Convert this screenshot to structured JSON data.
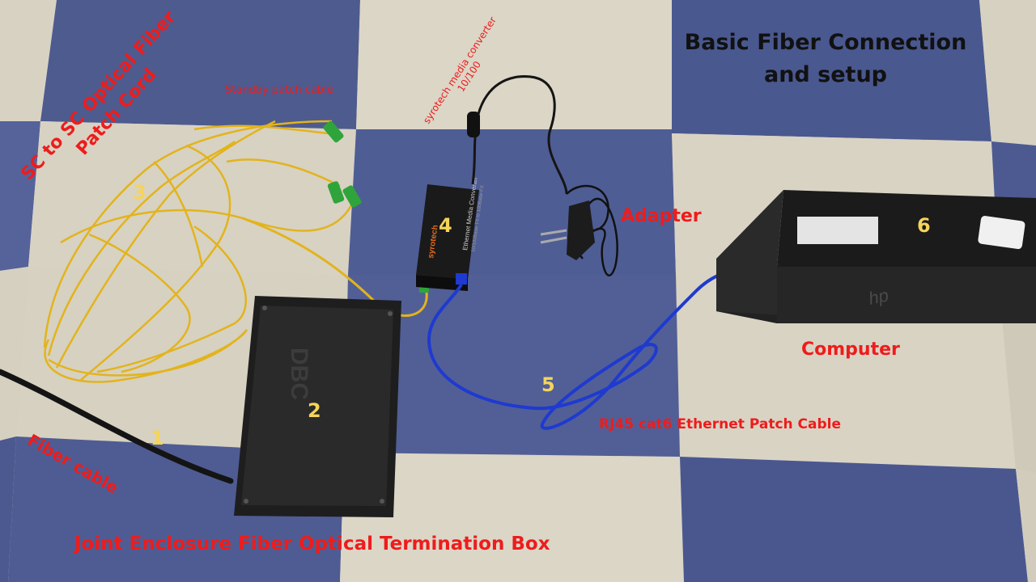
{
  "title": {
    "line1": "Basic Fiber Connection",
    "line2": "and setup"
  },
  "labels": {
    "patch_cord_1": "SC to SC Optical Fiber",
    "patch_cord_2": "Patch Cord",
    "standby": "Standby patch cable",
    "converter_1": "syrotech media converter",
    "converter_2": "10/100",
    "adapter": "Adapter",
    "computer": "Computer",
    "ethernet": "RJ45 cat6 Ethernet Patch Cable",
    "fiber_cable": "Fiber cable",
    "enclosure": "Joint Enclosure Fiber Optical Termination Box"
  },
  "numbers": {
    "n1": "1",
    "n2": "2",
    "n3": "3",
    "n4": "4",
    "n5": "5",
    "n6": "6"
  },
  "device_text": {
    "enclosure_brand": "DBC",
    "converter_brand": "syrotech",
    "converter_name": "Ethernet Media Converter",
    "converter_spec": "10/100Base-TX to 100Base-FX",
    "computer_brand": "hp"
  },
  "colors": {
    "tile_light": "#dcd6c7",
    "tile_blue": "#4d5a8e",
    "fiber_yellow": "#e2b41c",
    "ethernet_blue": "#1e3ad0",
    "label_red": "#ee1c1c",
    "number_yellow": "#f4d45a"
  }
}
